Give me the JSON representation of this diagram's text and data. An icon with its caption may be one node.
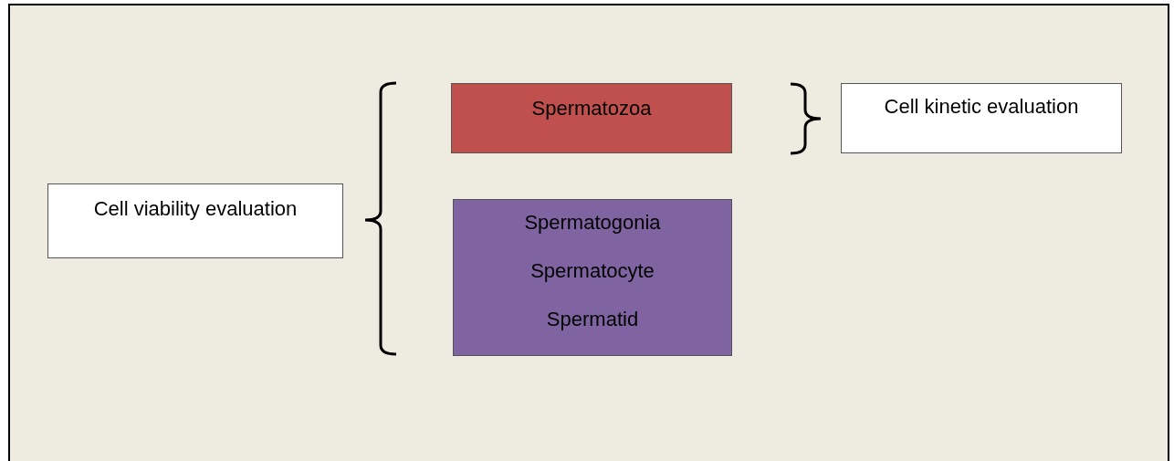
{
  "diagram": {
    "nodes": [
      {
        "text": [
          "Cell viability evaluation"
        ]
      },
      {
        "text": [
          "Spermatozoa"
        ]
      },
      {
        "text": [
          "Spermatogonia",
          "Spermatocyte",
          "Spermatid"
        ]
      },
      {
        "text": [
          "Cell kinetic evaluation"
        ]
      }
    ]
  }
}
